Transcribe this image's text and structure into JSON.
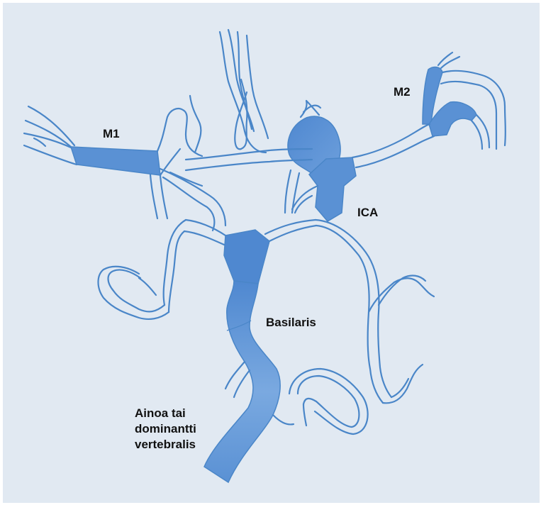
{
  "labels": {
    "m1": "M1",
    "m2": "M2",
    "ica": "ICA",
    "basilaris": "Basilaris",
    "vertebralis": [
      "Ainoa tai",
      "dominantti",
      "vertebralis"
    ]
  },
  "colors": {
    "background": "#e1e9f2",
    "vessel_outline": "#4a86c8",
    "highlight_fill": "#5a91d4",
    "highlight_light": "#8fb8e6"
  }
}
